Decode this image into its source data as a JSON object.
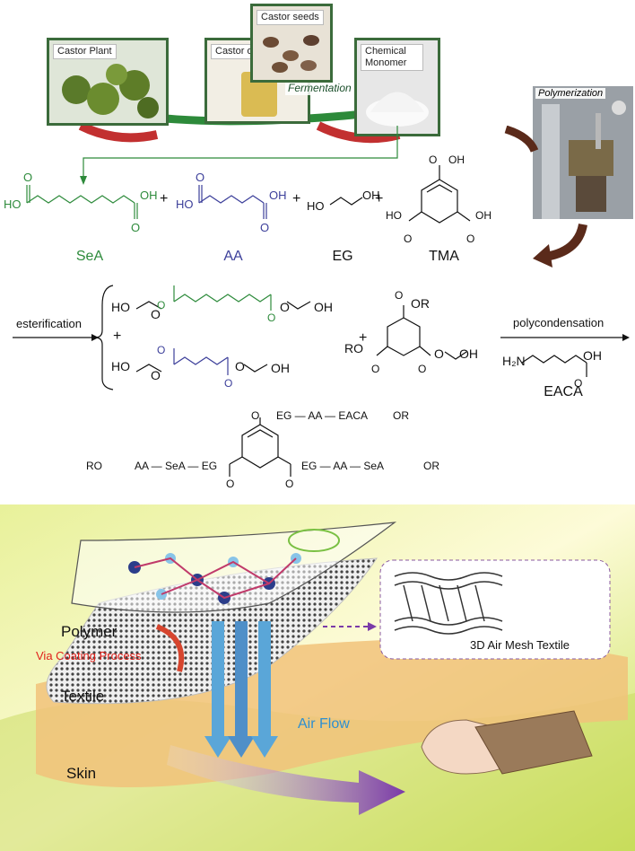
{
  "photos": {
    "castor_plant": "Castor Plant",
    "castor_oil": "Castor oil",
    "castor_seeds": "Castor seeds",
    "chemical_monomer": "Chemical Monomer",
    "polymerization": "Polymerization"
  },
  "process": {
    "fermentation": "Fermentation"
  },
  "monomers": {
    "sea": "SeA",
    "aa": "AA",
    "eg": "EG",
    "tma": "TMA",
    "plus": "+"
  },
  "reaction": {
    "esterification": "esterification",
    "polycondensation": "polycondensation",
    "eaca": "EACA"
  },
  "chem_text": {
    "ho": "HO",
    "oh": "OH",
    "o": "O",
    "ro": "RO",
    "or": "OR",
    "h2n": "H₂N",
    "polymer_top": "EG — AA — EACA",
    "polymer_left_chain": "AA — SeA — EG",
    "polymer_right_chain": "EG — AA — SeA"
  },
  "illustration": {
    "polymer": "Polymer",
    "via_coating": "Via Coating Process",
    "textile": "Textile",
    "air_flow": "Air Flow",
    "skin": "Skin",
    "mesh_label": "3D Air Mesh Textile"
  },
  "colors": {
    "sea_green": "#2e8b3c",
    "aa_blue": "#3c3f9a",
    "red_text": "#e0201a",
    "air_blue": "#2e8fd0"
  }
}
